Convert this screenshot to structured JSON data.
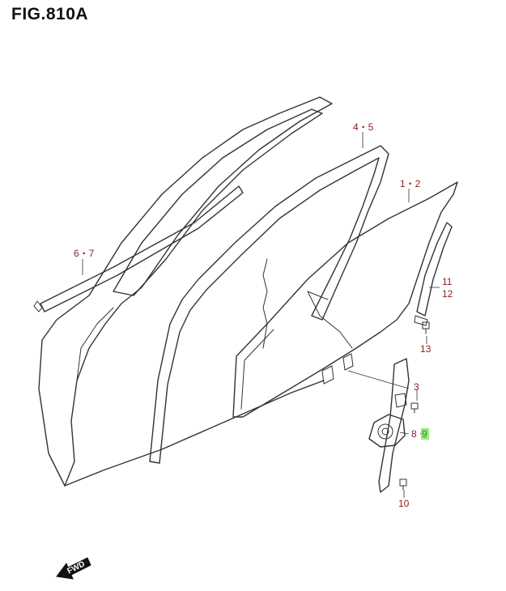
{
  "figure": {
    "title": "FIG.810A"
  },
  "callouts": {
    "c_4_5": "4・5",
    "c_1_2": "1・2",
    "c_6_7": "6・7",
    "c_11": "11",
    "c_12": "12",
    "c_13": "13",
    "c_3": "3",
    "c_8": "8・",
    "c_9": "9",
    "c_10": "10"
  },
  "fwd_label": "FWD",
  "colors": {
    "callout_text": "#8b1e1e",
    "highlight_text": "#1f9a1f",
    "highlight_bg": "#9be87a",
    "line": "#333333"
  }
}
